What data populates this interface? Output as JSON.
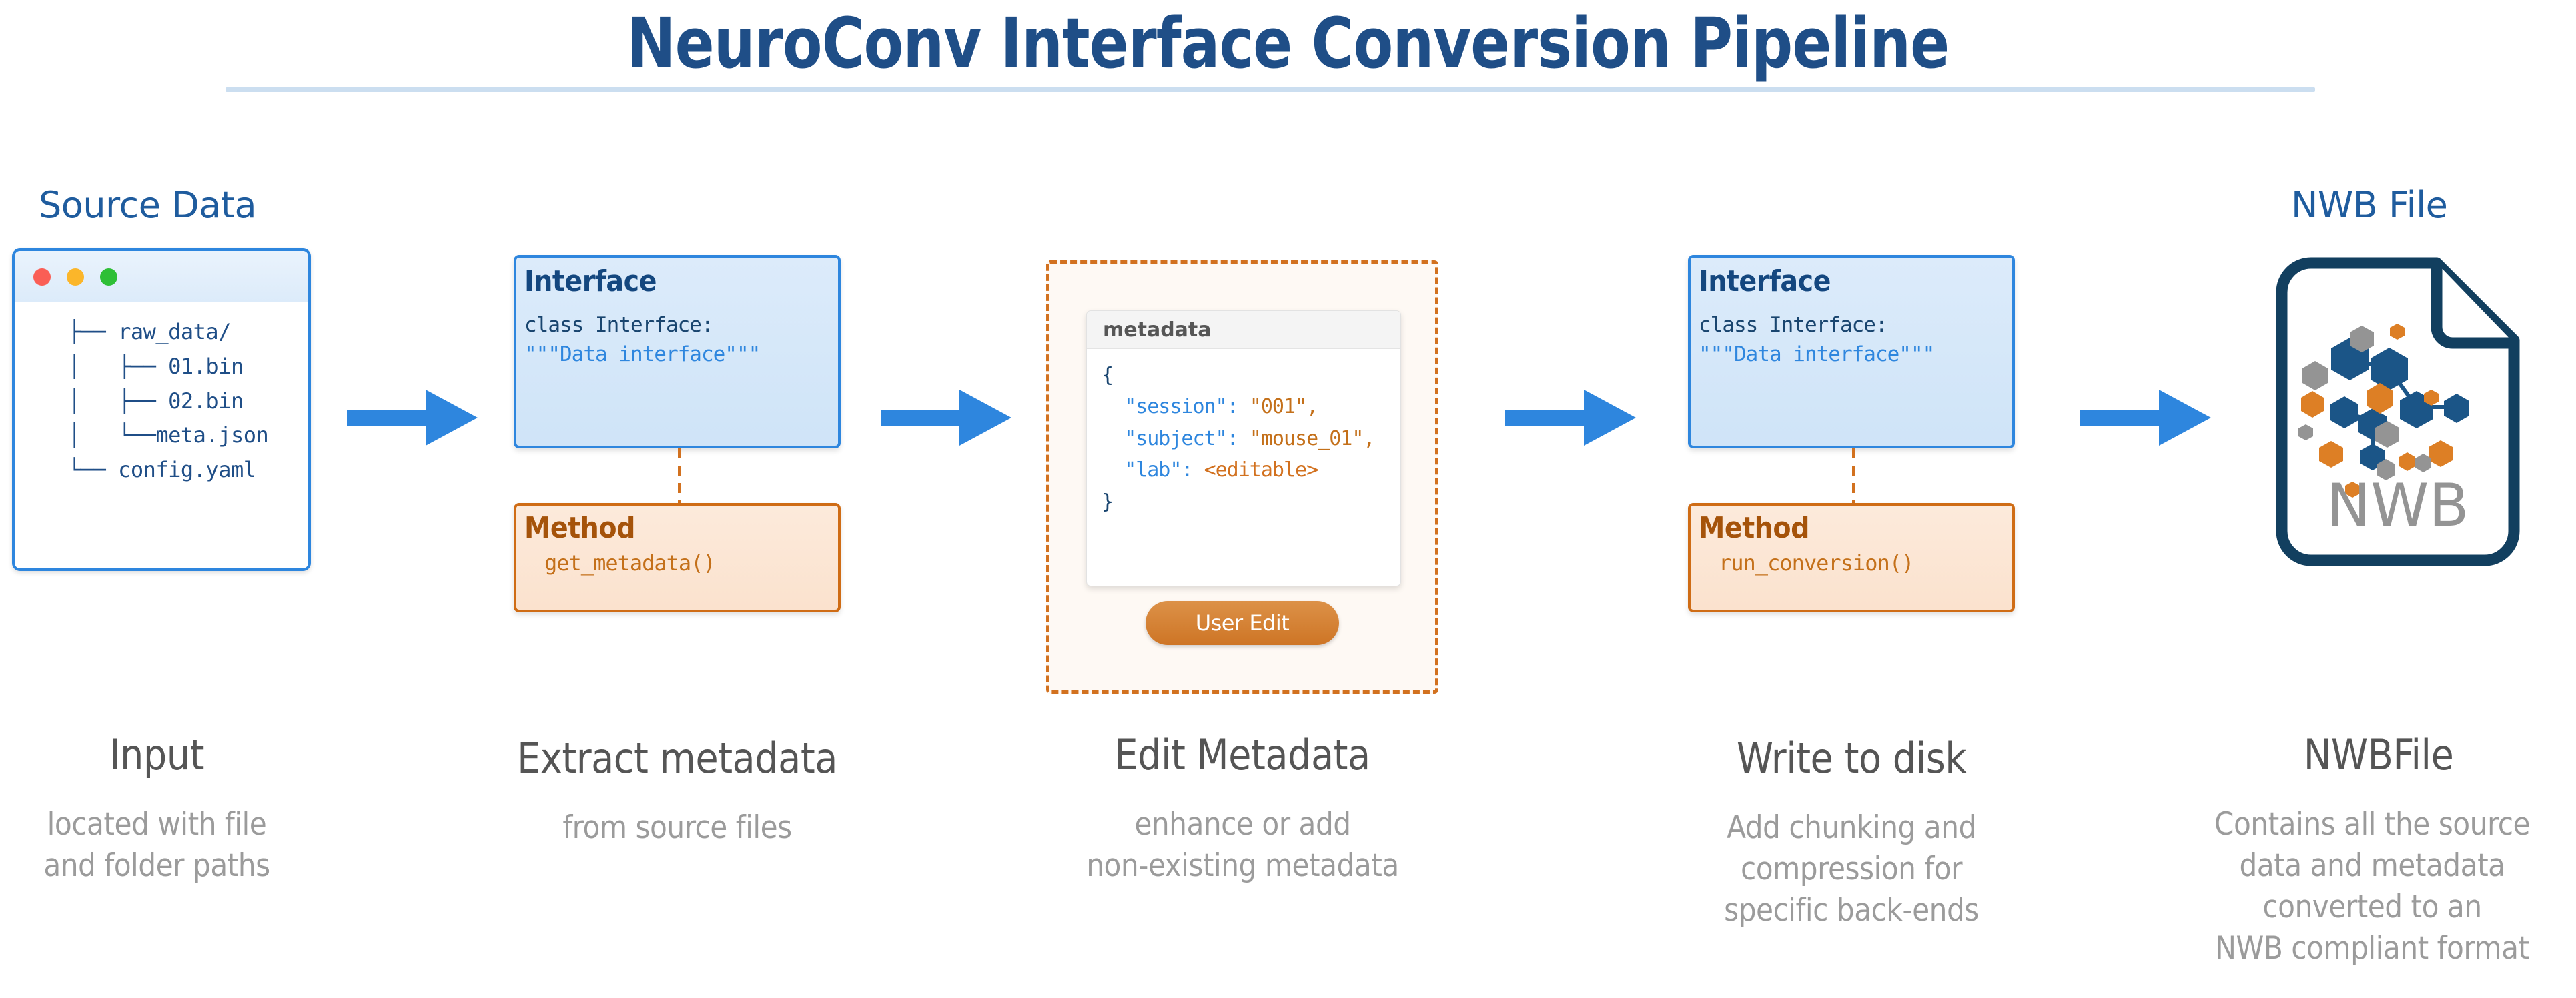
{
  "title": "NeuroConv Interface Conversion Pipeline",
  "headings": {
    "source_data": "Source Data",
    "nwb_file": "NWB File"
  },
  "source_window": {
    "traffic_lights": [
      "close-dot-red",
      "minimize-dot-amber",
      "maximize-dot-green"
    ],
    "colors": {
      "red": "#FA5E55",
      "amber": "#FBB62A",
      "green": "#2EBF36"
    },
    "tree": "├── raw_data/\n│   ├── 01.bin\n│   ├── 02.bin\n│   └──meta.json\n└── config.yaml"
  },
  "stage2": {
    "interface_title": "Interface",
    "code_line1": "class Interface:",
    "code_line2": "\"\"\"Data interface\"\"\"",
    "method_title": "Method",
    "method_code": "get_metadata()"
  },
  "stage3": {
    "card_title": "metadata",
    "json_open": "{",
    "json_rows": [
      {
        "key": "\"session\":",
        "value": "\"001\","
      },
      {
        "key": "\"subject\":",
        "value": "\"mouse_01\","
      },
      {
        "key": "\"lab\":",
        "value": "<editable>"
      }
    ],
    "json_close": "}",
    "button_label": "User Edit"
  },
  "stage4": {
    "interface_title": "Interface",
    "code_line1": "class Interface:",
    "code_line2": "\"\"\"Data interface\"\"\"",
    "method_title": "Method",
    "method_code": "run_conversion()"
  },
  "stage5": {
    "file_label": "NWB"
  },
  "captions": [
    {
      "title": "Input",
      "sub": "located with file\nand folder paths"
    },
    {
      "title": "Extract metadata",
      "sub": "from source files"
    },
    {
      "title": "Edit Metadata",
      "sub": "enhance or add\nnon-existing metadata"
    },
    {
      "title": "Write to disk",
      "sub": "Add chunking and\ncompression for\nspecific back-ends"
    },
    {
      "title": "NWBFile",
      "sub": "Contains all the source\ndata and metadata\nconverted to an\nNWB compliant format"
    }
  ],
  "arrows": {
    "count": 4,
    "color": "#2E86DE"
  },
  "palette": {
    "title_blue": "#1F4E87",
    "heading_blue": "#1F5C9E",
    "interface_border": "#2E86DE",
    "interface_fill": "#DCEBFA",
    "method_border": "#CF6C15",
    "method_fill": "#FCEADB",
    "method_text": "#A5530A",
    "dashed_orange": "#D2711F",
    "nwb_dark": "#123F5F",
    "nwb_blue": "#1B5587",
    "nwb_orange": "#DD7F25",
    "nwb_gray": "#949494",
    "caption_title": "#555555",
    "caption_sub": "#9B9B9B"
  }
}
